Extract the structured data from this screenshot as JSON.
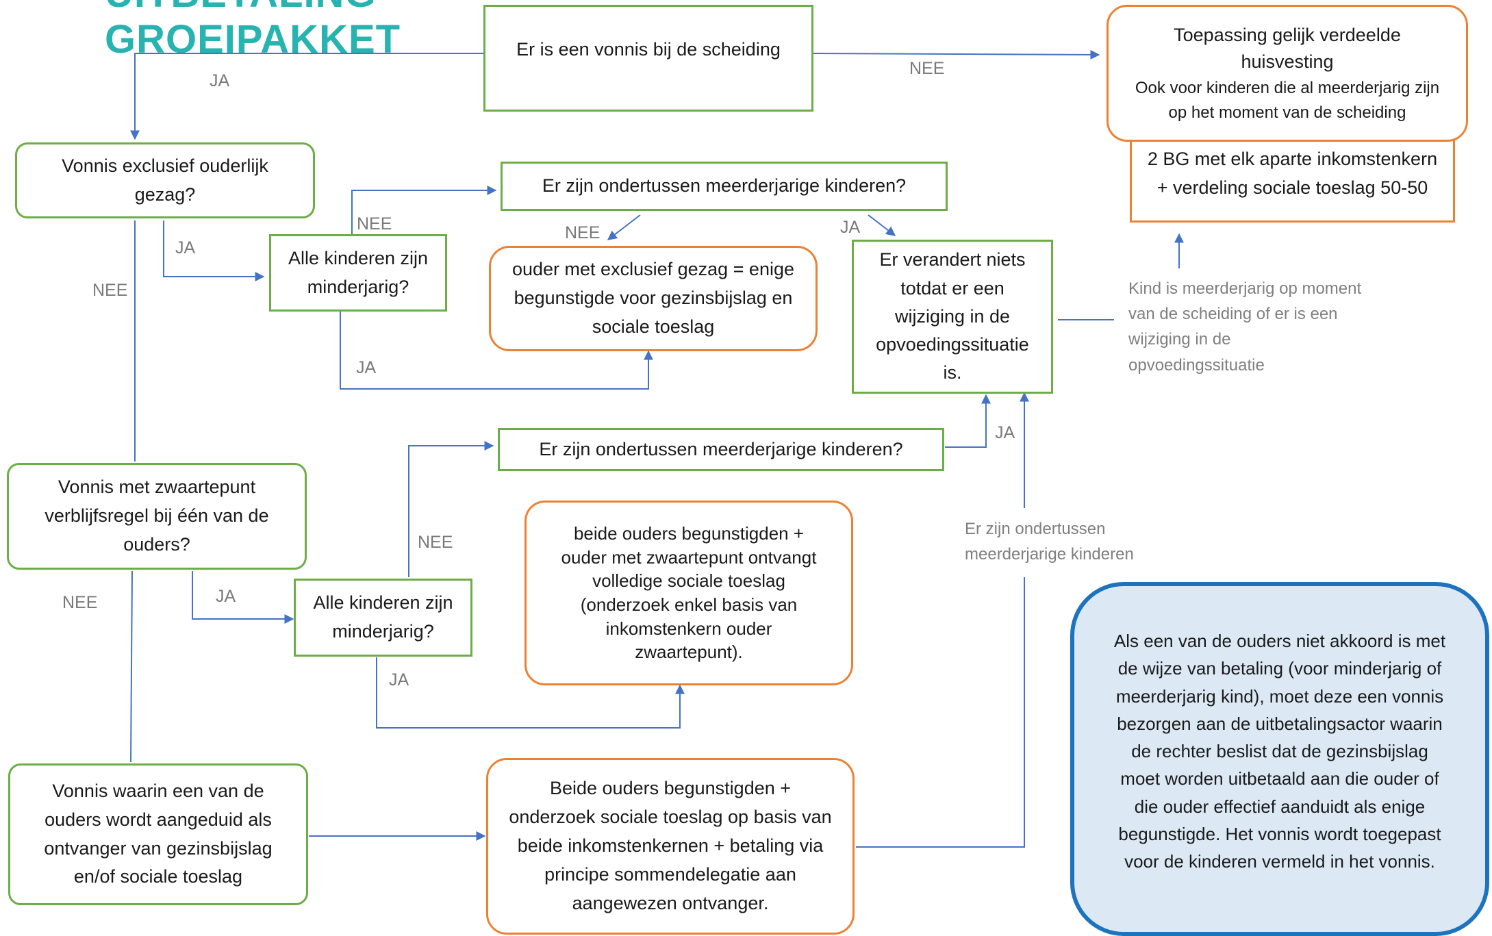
{
  "header": {
    "title_line1": "UITBETALING",
    "title_line2": "GROEIPAKKET"
  },
  "boxes": {
    "vonnis_scheiding": "Er is een vonnis bij de scheiding",
    "gelijk_verdeeld": {
      "line1": "Toepassing gelijk verdeelde",
      "line2": "huisvesting",
      "line3": "Ook voor kinderen die al meerderjarig zijn",
      "line4": "op het moment van de scheiding"
    },
    "bg_aparte": {
      "line1": "2 BG met elk aparte inkomstenkern",
      "line2": "+ verdeling sociale toeslag 50-50"
    },
    "exclusief_gezag": {
      "line1": "Vonnis exclusief ouderlijk",
      "line2": "gezag?"
    },
    "meerderjarig_1": "Er zijn ondertussen meerderjarige kinderen?",
    "minderjarig_1": {
      "line1": "Alle kinderen zijn",
      "line2": "minderjarig?"
    },
    "ouder_exclusief": {
      "line1": "ouder met exclusief gezag = enige",
      "line2": "begunstigde voor gezinsbijslag en",
      "line3": "sociale toeslag"
    },
    "verandert_niets": {
      "line1": "Er verandert niets",
      "line2": "totdat er een",
      "line3": "wijziging in de",
      "line4": "opvoedingssituatie",
      "line5": "is."
    },
    "meerderjarig_2": "Er zijn ondertussen meerderjarige kinderen?",
    "zwaartepunt": {
      "line1": "Vonnis met zwaartepunt",
      "line2": "verblijfsregel bij één van de",
      "line3": "ouders?"
    },
    "minderjarig_2": {
      "line1": "Alle kinderen zijn",
      "line2": "minderjarig?"
    },
    "beide_zwaartepunt": {
      "line1": "beide ouders begunstigden +",
      "line2": "ouder met zwaartepunt ontvangt",
      "line3": "volledige sociale toeslag",
      "line4": "(onderzoek enkel  basis van",
      "line5": "inkomstenkern ouder",
      "line6": "zwaartepunt)."
    },
    "ontvanger": {
      "line1": "Vonnis waarin een van de",
      "line2": "ouders wordt aangeduid als",
      "line3": "ontvanger van gezinsbijslag",
      "line4": "en/of sociale toeslag"
    },
    "sommendelegatie": {
      "line1": "Beide ouders begunstigden +",
      "line2": "onderzoek sociale toeslag op basis van",
      "line3": "beide inkomstenkernen + betaling via",
      "line4": "principe sommendelegatie aan",
      "line5": "aangewezen ontvanger."
    },
    "niet_akkoord": {
      "line1": "Als een van de ouders niet akkoord is met",
      "line2": "de wijze van betaling (voor minderjarig of",
      "line3": "meerderjarig kind), moet deze een vonnis",
      "line4": "bezorgen aan de uitbetalingsactor waarin",
      "line5": "de rechter beslist dat de gezinsbijslag",
      "line6": "moet worden uitbetaald aan die ouder of",
      "line7": "die ouder effectief aanduidt als enige",
      "line8": "begunstigde. Het vonnis wordt toegepast",
      "line9": "voor de kinderen vermeld in het vonnis."
    }
  },
  "labels": {
    "ja": "JA",
    "nee": "NEE"
  },
  "notes": {
    "kind_meerderjarig": {
      "line1": "Kind is meerderjarig op moment",
      "line2": "van de scheiding of er is een",
      "line3": "wijziging in de",
      "line4": "opvoedingssituatie"
    },
    "ondertussen": {
      "line1": "Er zijn ondertussen",
      "line2": "meerderjarige kinderen"
    }
  },
  "colors": {
    "green_box": "#6cad46",
    "orange_box": "#ec8133",
    "blue_box": "#1d73bd",
    "blue_fill": "#dce9f5",
    "arrow": "#4472c4",
    "title": "#27b3b0"
  }
}
